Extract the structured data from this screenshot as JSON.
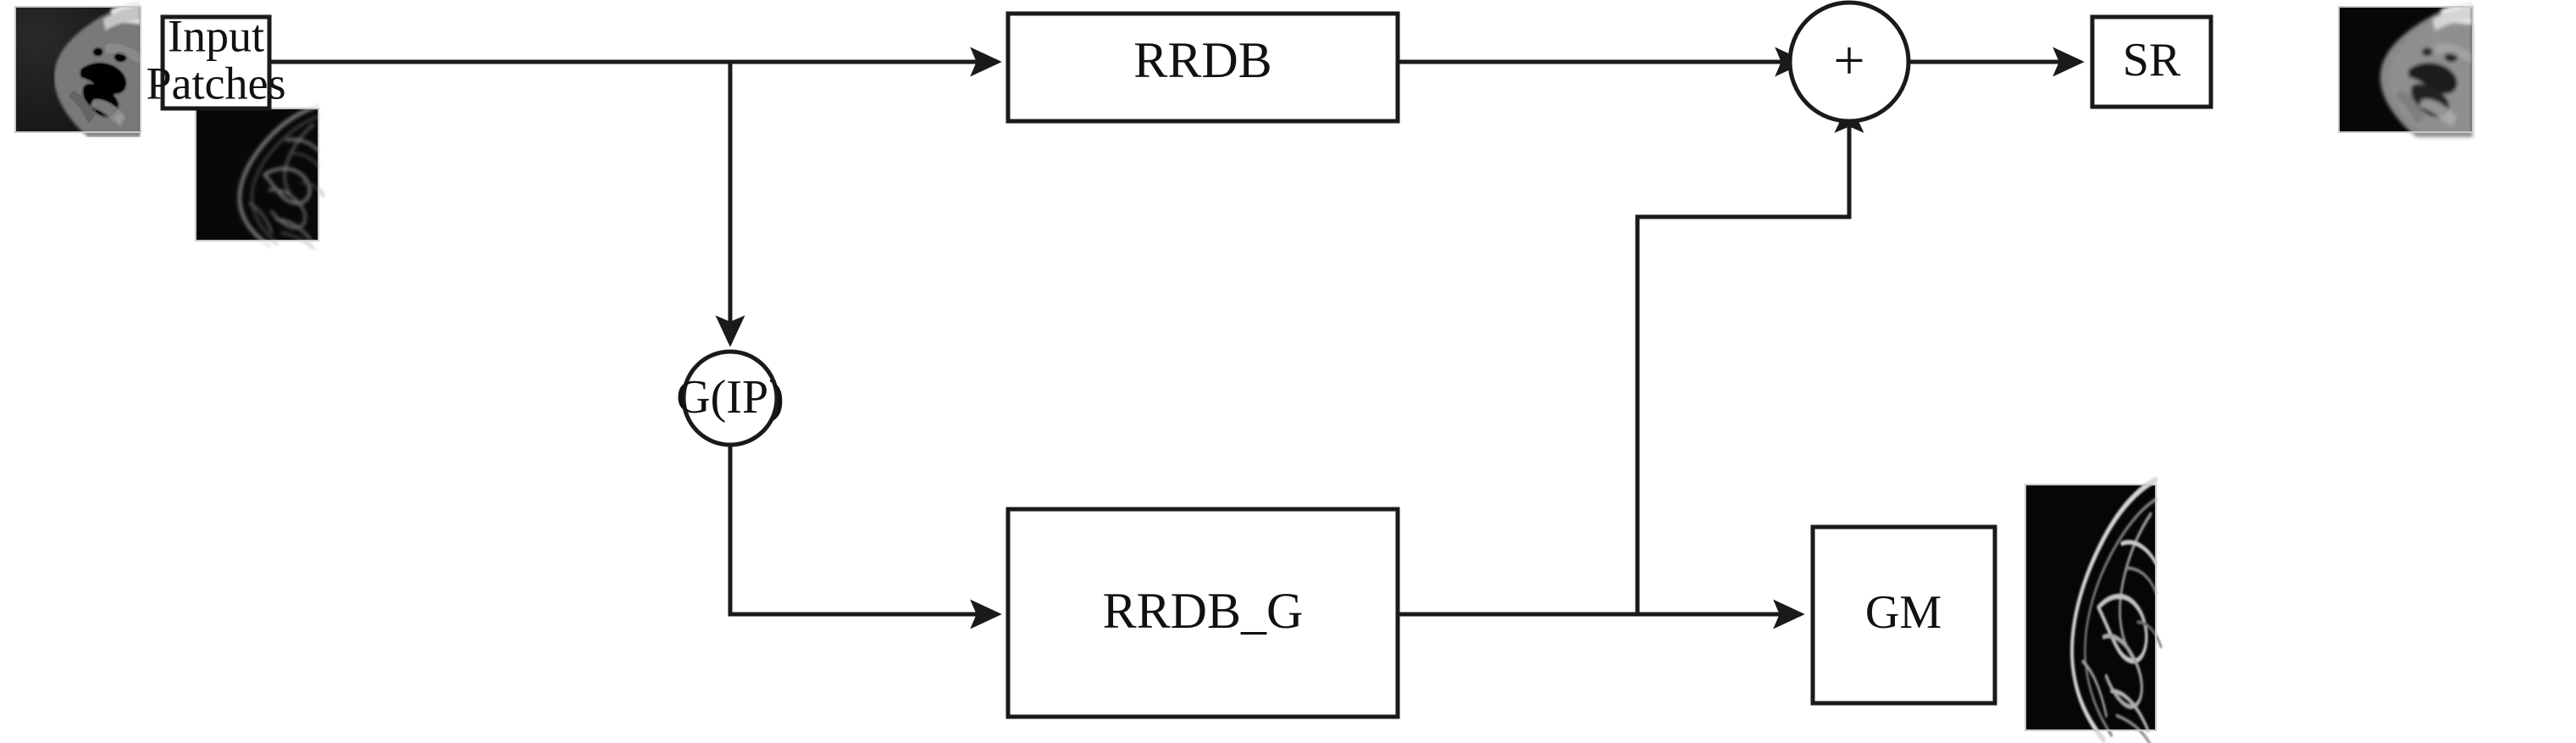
{
  "figure": {
    "type": "block-diagram",
    "description": "Gradient-guided super-resolution network architecture block diagram",
    "background_color": "#ffffff",
    "line_color": "#1a1a1a",
    "text_color": "#111111"
  },
  "nodes": {
    "input_patches": {
      "label_line1": "Input",
      "label_line2": "Patches",
      "shape": "rect"
    },
    "gip": {
      "label": "G(IP)",
      "shape": "circle"
    },
    "rrdb": {
      "label": "RRDB",
      "shape": "rect"
    },
    "rrdb_g": {
      "label": "RRDB_G",
      "shape": "rect"
    },
    "sum": {
      "label": "+",
      "shape": "circle"
    },
    "sr": {
      "label": "SR",
      "shape": "rect"
    },
    "gm": {
      "label": "GM",
      "shape": "rect"
    }
  },
  "thumbnails": {
    "input_image": {
      "name": "input-patch-thumbnail",
      "kind": "grayscale-mri-patch"
    },
    "input_gradient": {
      "name": "input-gradient-map-thumbnail",
      "kind": "gradient-map-dark"
    },
    "sr_image": {
      "name": "sr-output-thumbnail",
      "kind": "grayscale-mri-patch-sharp"
    },
    "gm_image": {
      "name": "gm-output-thumbnail",
      "kind": "gradient-map-bright"
    }
  },
  "edges": [
    {
      "from": "input_patches",
      "to": "rrdb",
      "style": "arrow"
    },
    {
      "from": "input_patches",
      "to": "gip",
      "style": "arrow"
    },
    {
      "from": "gip",
      "to": "rrdb_g",
      "style": "arrow"
    },
    {
      "from": "rrdb",
      "to": "sum",
      "style": "arrow"
    },
    {
      "from": "rrdb_g",
      "to": "gm",
      "style": "arrow"
    },
    {
      "from": "rrdb_g",
      "to": "sum",
      "style": "arrow-skip"
    },
    {
      "from": "sum",
      "to": "sr",
      "style": "arrow"
    }
  ]
}
